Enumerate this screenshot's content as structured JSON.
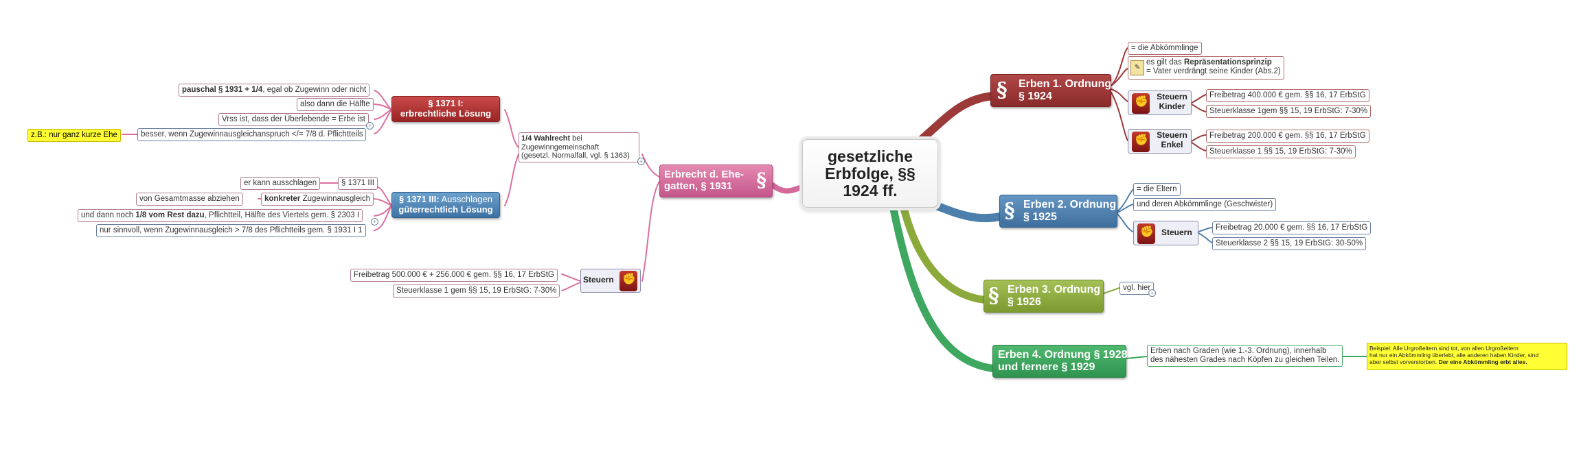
{
  "center": {
    "l1": "gesetzliche",
    "l2": "Erbfolge, §§",
    "l3": "1924 ff."
  },
  "paragraph_symbol": "§",
  "erbrecht_ehegatten": {
    "l1": "Erbrecht d. Ehe-",
    "l2": "gatten, § 1931",
    "wahlrecht": {
      "b": "1/4 Wahlrecht",
      "r": " bei",
      "l2": "Zugewinngemeinschaft",
      "l3": "(gesetzl. Normalfall, vgl. § 1363)"
    },
    "loesung1": {
      "l1": "§ 1371 I:",
      "l2": "erbrechtliche Lösung",
      "items": [
        {
          "b": "pauschal § 1931 + 1/4",
          "r": ", egal ob Zugewinn oder nicht"
        },
        {
          "t": "also dann die Hälfte"
        },
        {
          "t": "Vrss ist, dass der Überlebende = Erbe ist"
        },
        {
          "t": "besser, wenn Zugewinnausgleichanspruch </= 7/8 d. Pflichtteils"
        }
      ],
      "note": "z.B.: nur ganz kurze Ehe"
    },
    "loesung3": {
      "l1": "§ 1371 III:",
      "l1b": " Ausschlagen",
      "l2": "güterrechtlich Lösung",
      "ausschlagen": "er kann ausschlagen",
      "ref": "§ 1371 III",
      "gesamtmasse": "von Gesamtmasse abziehen",
      "konkret": {
        "b": "konkreter",
        "r": " Zugewinnausgleich"
      },
      "rest": {
        "a": "und dann noch ",
        "b": "1/8 vom Rest dazu",
        "c": ", Pflichtteil, Hälfte des Viertels gem. § 2303 I"
      },
      "sinnvoll": "nur sinnvoll, wenn Zugewinnausgleich > 7/8 des Pflichtteils gem. § 1931 I 1"
    },
    "steuern": {
      "label": "Steuern",
      "freibetrag": "Freibetrag 500.000 € + 256.000 € gem. §§ 16, 17 ErbStG",
      "klasse": "Steuerklasse 1 gem §§ 15, 19 ErbStG: 7-30%"
    }
  },
  "erben1": {
    "l1": "Erben 1. Ordnung",
    "l2": "§ 1924",
    "abk": "= die Abkömmlinge",
    "rep1a": "es gilt das ",
    "rep1b": "Repräsentationsprinzip",
    "rep2": "= Vater verdrängt seine Kinder (Abs.2)",
    "kinder": {
      "l1": "Steuern",
      "l2": "Kinder",
      "freibetrag": "Freibetrag 400.000 € gem. §§ 16, 17 ErbStG",
      "klasse": "Steuerklasse 1gem §§ 15, 19 ErbStG: 7-30%"
    },
    "enkel": {
      "l1": "Steuern",
      "l2": "Enkel",
      "freibetrag": "Freibetrag 200.000 € gem. §§ 16, 17 ErbStG",
      "klasse": "Steuerklasse 1 §§ 15, 19 ErbStG: 7-30%"
    }
  },
  "erben2": {
    "l1": "Erben 2. Ordnung",
    "l2": "§ 1925",
    "eltern": "= die Eltern",
    "abk": "und deren Abkömmlinge (Geschwister)",
    "steuern": {
      "label": "Steuern",
      "freibetrag": "Freibetrag 20.000 € gem. §§ 16, 17 ErbStG",
      "klasse": "Steuerklasse 2 §§ 15, 19 ErbStG: 30-50%"
    }
  },
  "erben3": {
    "l1": "Erben 3. Ordnung",
    "l2": "§ 1926",
    "hint": "vgl. hier"
  },
  "erben4": {
    "l1": "Erben 4. Ordnung § 1928",
    "l2": "und fernere § 1929",
    "grade1": "Erben nach Graden (wie 1.-3. Ordnung), innerhalb",
    "grade2": "des nähesten Grades nach Köpfen zu gleichen Teilen.",
    "bsp1": "Beispiel: Alle Urgroßeltern sind tot, von allen Urgroßeltern",
    "bsp2": "hat nur ein Abkömmling überlebt, alle anderen haben Kinder, sind",
    "bsp3a": "aber selbst vorverstorben. ",
    "bsp3b": "Der eine Abkömmling erbt alles."
  },
  "colors": {
    "red": "#a83a3a",
    "pink": "#cc5a8c",
    "blue": "#4d7fac",
    "olive": "#8caa3c",
    "green": "#3ea860"
  }
}
